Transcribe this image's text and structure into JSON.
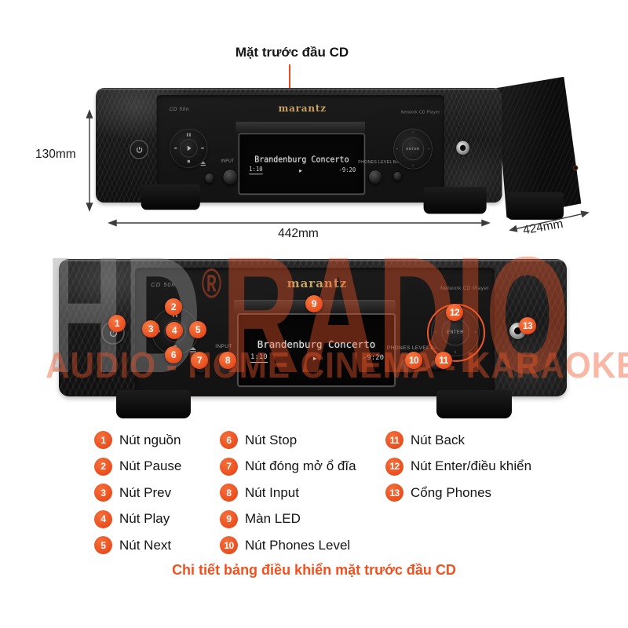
{
  "header": {
    "label": "Mặt trước đầu CD"
  },
  "dimensions": {
    "height": "130mm",
    "width": "442mm",
    "depth": "424mm"
  },
  "device": {
    "brand": "marantz",
    "model": "CD 50n",
    "type": "Network CD Player",
    "display": {
      "track": "Brandenburg Concerto",
      "elapsed": "1:10",
      "play_icon": "▶",
      "remaining": "-9:20"
    },
    "labels": {
      "input": "INPUT",
      "phones_level": "PHONES LEVEL",
      "back": "BACK",
      "enter": "ENTER"
    }
  },
  "watermark": {
    "part1": "HD",
    "reg": "®",
    "part2": "RADIO",
    "tagline": "AUDIO - HOME CINEMA - KARAOKE"
  },
  "callouts": [
    {
      "num": "1",
      "label": "Nút nguồn"
    },
    {
      "num": "2",
      "label": "Nút Pause"
    },
    {
      "num": "3",
      "label": "Nút Prev"
    },
    {
      "num": "4",
      "label": "Nút Play"
    },
    {
      "num": "5",
      "label": "Nút Next"
    },
    {
      "num": "6",
      "label": "Nút Stop"
    },
    {
      "num": "7",
      "label": "Nút đóng mở ổ đĩa"
    },
    {
      "num": "8",
      "label": "Nút Input"
    },
    {
      "num": "9",
      "label": "Màn LED"
    },
    {
      "num": "10",
      "label": "Nút Phones Level"
    },
    {
      "num": "11",
      "label": "Nút Back"
    },
    {
      "num": "12",
      "label": "Nút Enter/điều khiển"
    },
    {
      "num": "13",
      "label": "Cổng Phones"
    }
  ],
  "caption": "Chi tiết bảng điều khiển mặt trước đầu CD",
  "colors": {
    "accent": "#f15a29",
    "leader": "#e8491f",
    "brand_gold": "#c7a164"
  }
}
